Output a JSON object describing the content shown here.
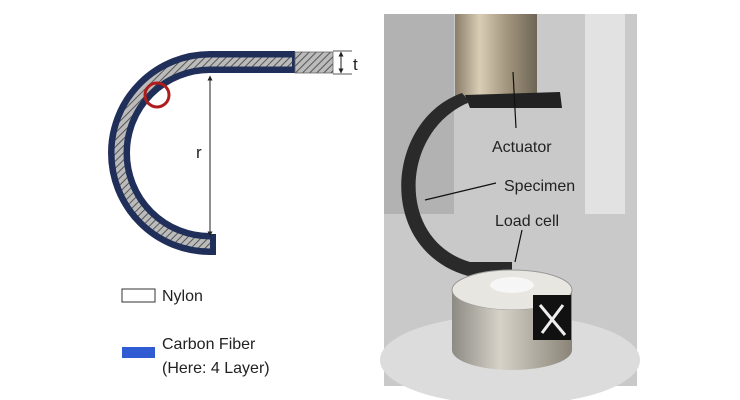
{
  "schematic": {
    "radius_label": "r",
    "thickness_label": "t"
  },
  "legend": {
    "items": [
      {
        "label": "Nylon",
        "color": "#ffffff"
      },
      {
        "label": "Carbon Fiber",
        "sublabel": "(Here: 4 Layer)",
        "color": "#2f5bd3"
      }
    ]
  },
  "photo": {
    "labels": {
      "actuator": "Actuator",
      "specimen": "Specimen",
      "load_cell": "Load cell"
    }
  },
  "colors": {
    "carbon_fiber_dark": "#1f2f5a",
    "highlight_circle": "#b01c1c"
  }
}
